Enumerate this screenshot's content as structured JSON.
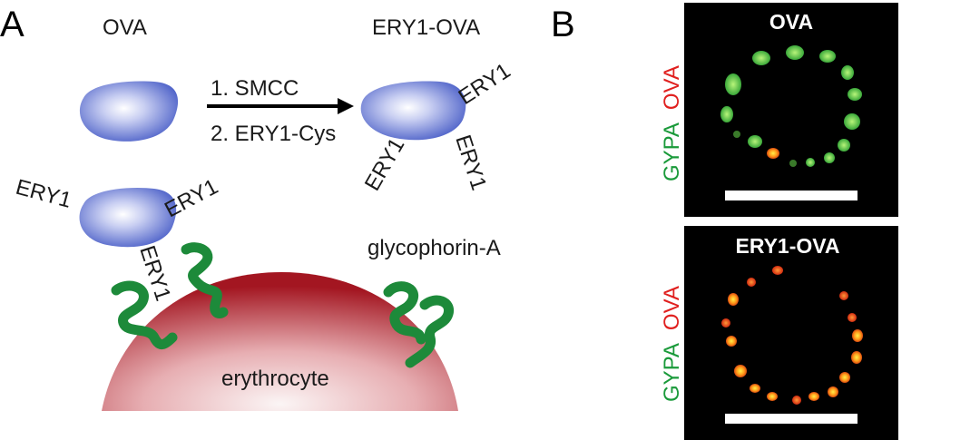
{
  "panel_a": {
    "letter": "A",
    "ova_label": "OVA",
    "ery1_ova_label": "ERY1-OVA",
    "step1": "1.  SMCC",
    "step2": "2.  ERY1-Cys",
    "ery1": "ERY1",
    "glycophorin_label": "glycophorin-A",
    "erythrocyte_label": "erythrocyte"
  },
  "panel_b": {
    "letter": "B",
    "top_title": "OVA",
    "bottom_title": "ERY1-OVA",
    "channel_green": "GYPA",
    "channel_red": "OVA"
  },
  "colors": {
    "protein_center": "#ffffff",
    "protein_edge": "#4f63c9",
    "erythrocyte_center": "#f7f1f1",
    "erythrocyte_edge": "#a31621",
    "glycophorin": "#1d8a3a",
    "label_green": "#1a9a3a",
    "label_red": "#e0201f",
    "micrograph_bg": "#000000",
    "spot_green": "#7ed84a",
    "spot_orange": "#ff8a1a",
    "spot_yellow": "#f4e832"
  }
}
